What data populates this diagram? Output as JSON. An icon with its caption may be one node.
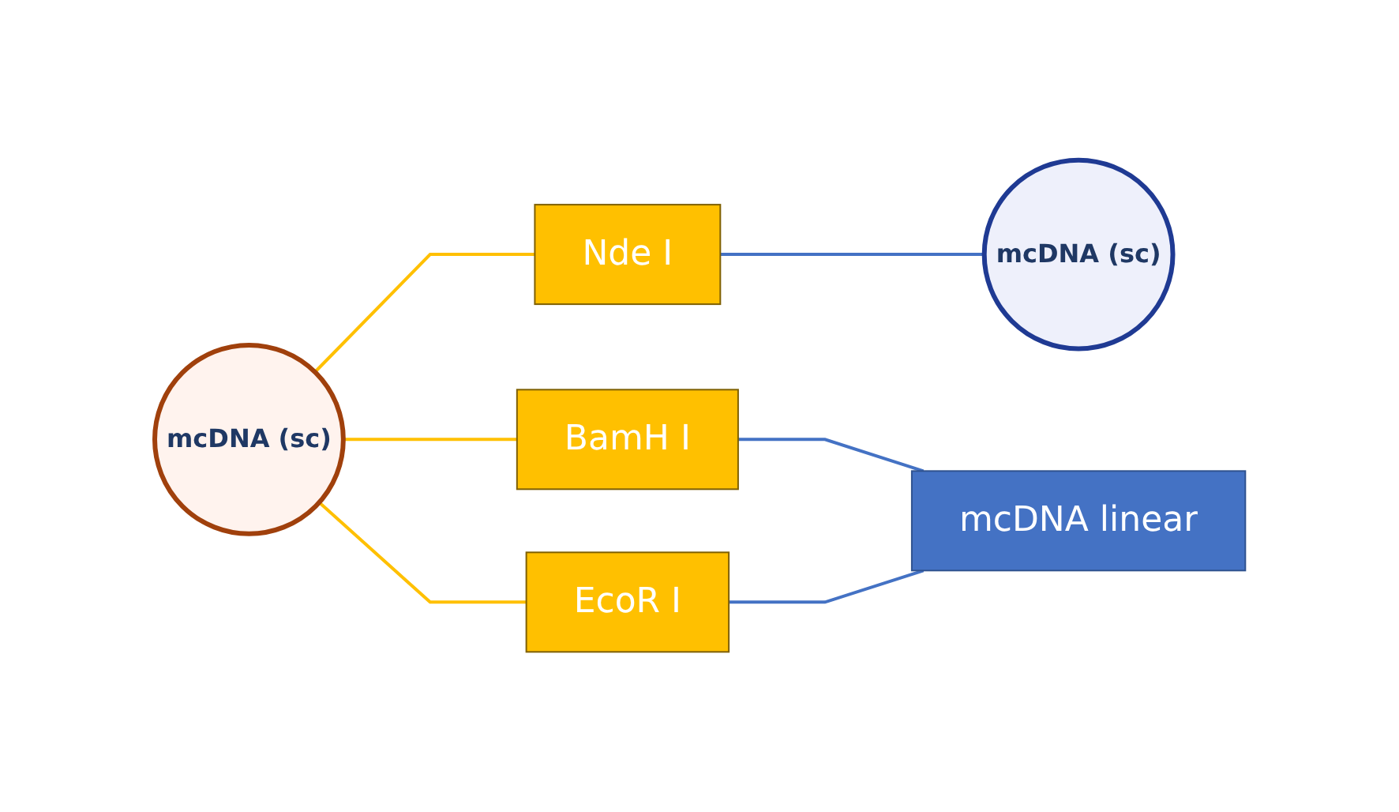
{
  "diagram": {
    "nodes": [
      {
        "text": [
          "mcDNA (sc)"
        ]
      },
      {
        "text": [
          "Nde I"
        ]
      },
      {
        "text": [
          "BamH I"
        ]
      },
      {
        "text": [
          "EcoR I"
        ]
      },
      {
        "text": [
          "mcDNA (sc)"
        ]
      },
      {
        "text": [
          "mcDNA linear"
        ]
      }
    ],
    "edges": [
      {
        "from": 0,
        "to": 1,
        "arrow": "none",
        "color": "#ffc000"
      },
      {
        "from": 0,
        "to": 2,
        "arrow": "none",
        "color": "#ffc000"
      },
      {
        "from": 0,
        "to": 3,
        "arrow": "none",
        "color": "#ffc000"
      },
      {
        "from": 1,
        "to": 4,
        "arrow": "none",
        "color": "#4472c4"
      },
      {
        "from": 2,
        "to": 5,
        "arrow": "none",
        "color": "#4472c4"
      },
      {
        "from": 3,
        "to": 5,
        "arrow": "none",
        "color": "#4472c4"
      }
    ]
  }
}
